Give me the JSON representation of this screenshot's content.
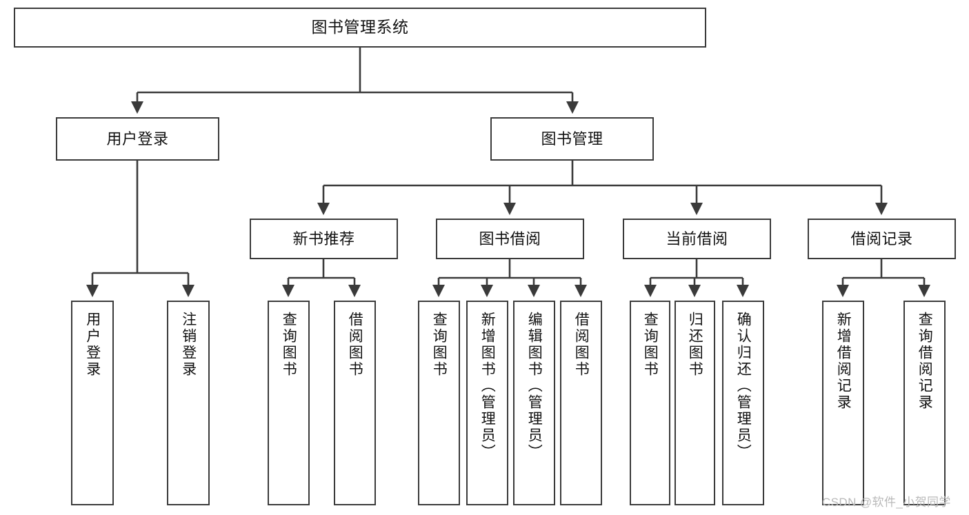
{
  "diagram": {
    "title": "图书管理系统",
    "type": "functional-structure-tree",
    "watermark": "CSDN @软件_小贺同学",
    "colors": {
      "border": "#3a3a3a",
      "background": "#ffffff",
      "text": "#111111",
      "watermark": "#b9b9b9"
    },
    "nodes": {
      "root": {
        "label": "图书管理系统"
      },
      "level2": [
        {
          "label": "用户登录"
        },
        {
          "label": "图书管理"
        }
      ],
      "level3": [
        {
          "label": "新书推荐"
        },
        {
          "label": "图书借阅"
        },
        {
          "label": "当前借阅"
        },
        {
          "label": "借阅记录"
        }
      ],
      "leaves": {
        "user_login": [
          {
            "label": "用户登录"
          },
          {
            "label": "注销登录"
          }
        ],
        "new_book": [
          {
            "label": "查询图书"
          },
          {
            "label": "借阅图书"
          }
        ],
        "book_borrow": [
          {
            "label": "查询图书"
          },
          {
            "label": "新增图书（管理员）"
          },
          {
            "label": "编辑图书（管理员）"
          },
          {
            "label": "借阅图书"
          }
        ],
        "current_borrow": [
          {
            "label": "查询图书"
          },
          {
            "label": "归还图书"
          },
          {
            "label": "确认归还（管理员）"
          }
        ],
        "borrow_record": [
          {
            "label": "新增借阅记录"
          },
          {
            "label": "查询借阅记录"
          }
        ]
      }
    }
  }
}
